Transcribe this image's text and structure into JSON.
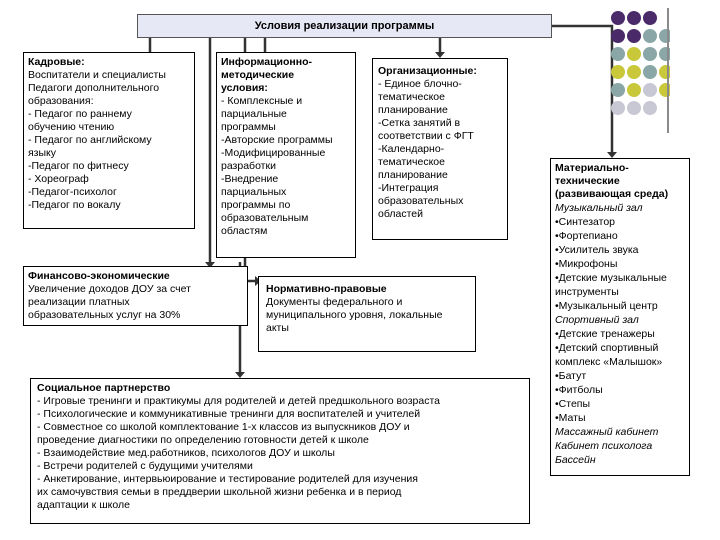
{
  "title": "Условия реализации программы",
  "staff": {
    "heading": "Кадровые:",
    "lines": [
      "Воспитатели и специалисты",
      "Педагоги дополнительного",
      "образования:",
      "- Педагог по раннему",
      "обучению чтению",
      "- Педагог по английскому",
      "языку",
      "-Педагог по фитнесу",
      "- Хореограф",
      "-Педагог-психолог",
      "-Педагог по вокалу"
    ]
  },
  "info": {
    "heading": "Информационно-\nметодические\nусловия:",
    "lines": [
      "- Комплексные и",
      "парциальные",
      "программы",
      "-Авторские программы",
      "-Модифицированные",
      "разработки",
      "-Внедрение",
      "парциальных",
      "программы по",
      "образовательным",
      "областям"
    ]
  },
  "org": {
    "heading": "Организационные:",
    "lines": [
      "- Единое блочно-",
      "тематическое",
      "планирование",
      "-Сетка занятий в",
      "соответствии с ФГТ",
      "-Календарно-",
      "тематическое",
      "планирование",
      "-Интеграция",
      "образовательных",
      "областей"
    ]
  },
  "finance": {
    "heading": "Финансово-экономические",
    "lines": [
      "Увеличение доходов ДОУ за счет",
      "реализации платных",
      "образовательных услуг на 30%"
    ]
  },
  "legal": {
    "heading": "Нормативно-правовые",
    "lines": [
      "Документы федерального и",
      "муниципального уровня, локальные",
      "акты"
    ]
  },
  "social": {
    "heading": "Социальное партнерство",
    "lines": [
      "- Игровые тренинги и практикумы для родителей и детей предшкольного возраста",
      "- Психологические и коммуникативные тренинги для воспитателей и учителей",
      "- Совместное со школой комплектование 1-х классов из выпускников ДОУ и",
      "проведение диагностики по определению готовности детей к школе",
      "- Взаимодействие мед.работников, психологов ДОУ и школы",
      "- Встречи родителей с будущими учителями",
      "- Анкетирование, интервьюирование и тестирование родителей для изучения",
      "их самочувствия семьи в преддверии школьной жизни ребенка и в период",
      "адаптации к школе"
    ]
  },
  "material": {
    "heading": "Материально-\nтехнические\n(развивающая среда)",
    "items": [
      {
        "text": "Музыкальный зал",
        "style": "italic"
      },
      {
        "text": "•Синтезатор",
        "style": "normal"
      },
      {
        "text": "•Фортепиано",
        "style": "normal"
      },
      {
        "text": "•Усилитель звука",
        "style": "normal"
      },
      {
        "text": "•Микрофоны",
        "style": "normal"
      },
      {
        "text": "•Детские музыкальные\nинструменты",
        "style": "normal"
      },
      {
        "text": "•Музыкальный центр",
        "style": "normal"
      },
      {
        "text": "Спортивный зал",
        "style": "italic"
      },
      {
        "text": "•Детские тренажеры",
        "style": "normal"
      },
      {
        "text": "•Детский спортивный\nкомплекс «Малышок»",
        "style": "normal"
      },
      {
        "text": "•Батут",
        "style": "normal"
      },
      {
        "text": "•Фитболы",
        "style": "normal"
      },
      {
        "text": "•Степы",
        "style": "normal"
      },
      {
        "text": "•Маты",
        "style": "normal"
      },
      {
        "text": "Массажный кабинет",
        "style": "italic"
      },
      {
        "text": "Кабинет психолога",
        "style": "italic"
      },
      {
        "text": "Бассейн",
        "style": "italic"
      }
    ]
  },
  "colors": {
    "title_bg": "#e7e8f6",
    "dot_purple": "#4b2a6a",
    "dot_teal": "#8aa6a6",
    "dot_olive": "#c8c83a",
    "dot_gray": "#c8c8d4"
  }
}
